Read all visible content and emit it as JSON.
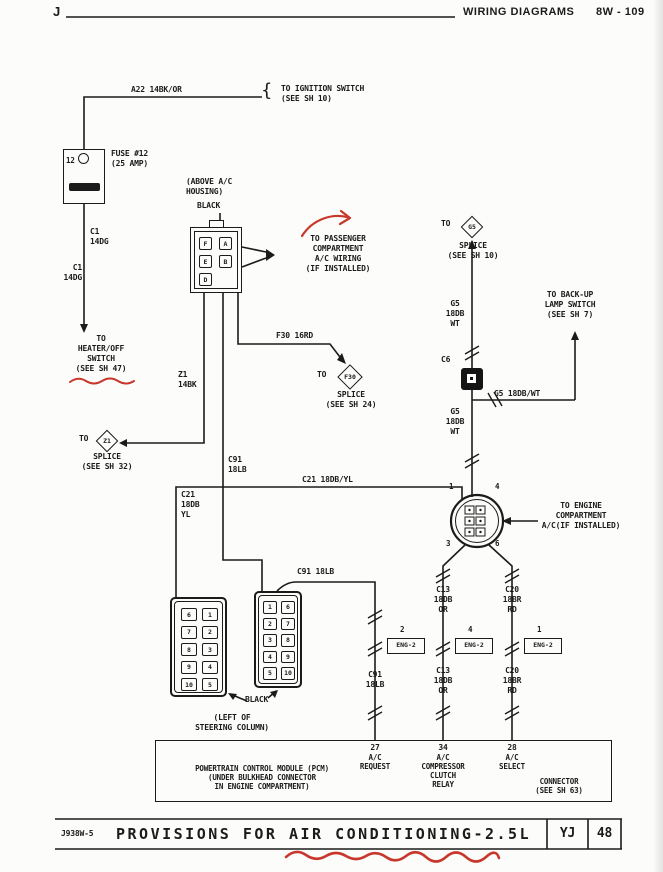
{
  "colors": {
    "ink": "#1b1b1b",
    "annotation_red": "#c8372c",
    "paper": "#fcfcfa"
  },
  "header": {
    "letter": "J",
    "title": "WIRING DIAGRAMS",
    "page": "8W - 109"
  },
  "fuse": {
    "num": "12",
    "label": "FUSE #12\n(25 AMP)"
  },
  "wire_labels": {
    "a22": "A22 14BK/OR",
    "c1_a": "C1\n14DG",
    "c1_b": "C1\n14DG",
    "z1": "Z1\n14BK",
    "f30": "F30 16RD",
    "c91_mid": "C91\n18LB",
    "c21_h": "C21 18DB/YL",
    "c21_v": "C21\n18DB\nYL",
    "g5_upper": "G5\n18DB\nWT",
    "g5_branch": "G5 18DB/WT",
    "g5_lower": "G5\n18DB\nWT",
    "c91_top": "C91 18LB",
    "c13_upper": "C13\n18DB\nOR",
    "c20_upper": "C20\n18BR\nRD",
    "c91_lower": "C91\n18LB",
    "c13_lower": "C13\n18DB\nOR",
    "c20_lower": "C20\n18BR\nRD"
  },
  "destinations": {
    "ignition": "TO IGNITION SWITCH\n(SEE SH 10)",
    "passenger": "TO PASSENGER\nCOMPARTMENT\nA/C WIRING\n(IF INSTALLED)",
    "heater": "TO\nHEATER/OFF\nSWITCH\n(SEE SH 47)",
    "backup": "TO BACK-UP\nLAMP SWITCH\n(SEE SH 7)",
    "engine": "TO ENGINE\nCOMPARTMENT\nA/C(IF INSTALLED)"
  },
  "splices": {
    "z1": {
      "prefix": "TO",
      "id": "Z1",
      "note": "SPLICE\n(SEE SH 32)"
    },
    "f30": {
      "prefix": "TO",
      "id": "F30",
      "note": "SPLICE\n(SEE SH 24)"
    },
    "g5": {
      "prefix": "TO",
      "id": "G5",
      "note": "SPLICE\n(SEE SH 10)"
    }
  },
  "notes": {
    "above_housing": "(ABOVE A/C\nHOUSING)",
    "black_top": "BLACK",
    "black_bottom": "BLACK",
    "steering": "(LEFT OF\nSTEERING COLUMN)",
    "c6": "C6",
    "ign_brace": "{"
  },
  "top_connector": {
    "pins": [
      "F",
      "A",
      "E",
      "B",
      "D"
    ]
  },
  "round_connector": {
    "pin_tl": "1",
    "pin_tr": "4",
    "pin_bl": "3",
    "pin_br": "6"
  },
  "grid_left": {
    "pins": [
      "6",
      "1",
      "7",
      "2",
      "8",
      "3",
      "9",
      "4",
      "10",
      "5"
    ]
  },
  "grid_right": {
    "pins": [
      "1",
      "6",
      "2",
      "7",
      "3",
      "8",
      "4",
      "9",
      "5",
      "10"
    ]
  },
  "eng2": {
    "label": "ENG-2",
    "nums": [
      "2",
      "4",
      "1"
    ]
  },
  "pcm": {
    "name": "POWERTRAIN CONTROL MODULE (PCM)\n(UNDER BULKHEAD CONNECTOR\nIN ENGINE COMPARTMENT)",
    "connector": "CONNECTOR\n(SEE SH 63)",
    "pins": [
      {
        "num": "27",
        "label": "A/C\nREQUEST"
      },
      {
        "num": "34",
        "label": "A/C\nCOMPRESSOR\nCLUTCH\nRELAY"
      },
      {
        "num": "28",
        "label": "A/C\nSELECT"
      }
    ]
  },
  "footer": {
    "code": "J938W-5",
    "title": "PROVISIONS FOR AIR CONDITIONING-2.5L",
    "model": "YJ",
    "page": "48"
  }
}
